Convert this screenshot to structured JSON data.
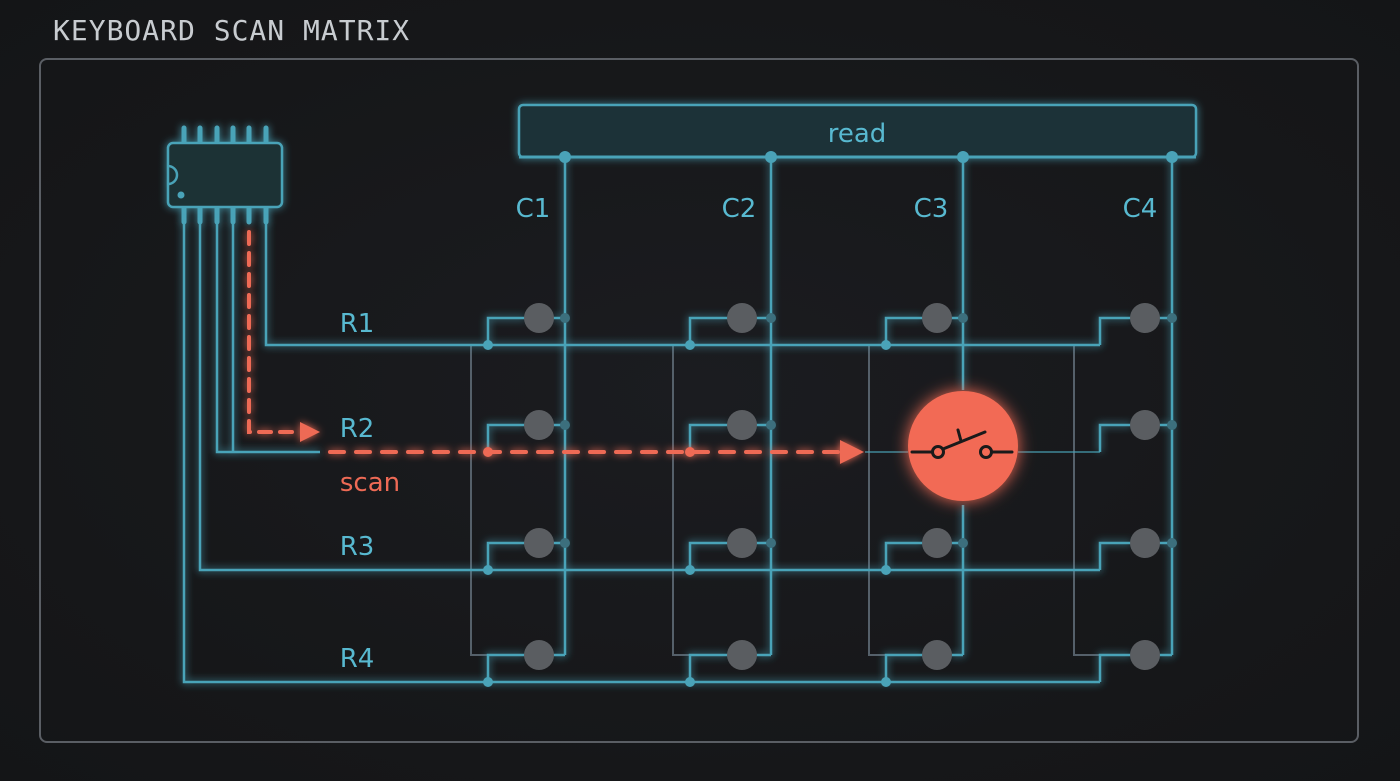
{
  "title": "KEYBOARD SCAN MATRIX",
  "bus": {
    "label": "read"
  },
  "columns": [
    {
      "label": "C1"
    },
    {
      "label": "C2"
    },
    {
      "label": "C3"
    },
    {
      "label": "C4"
    }
  ],
  "rows": [
    {
      "label": "R1"
    },
    {
      "label": "R2"
    },
    {
      "label": "R3"
    },
    {
      "label": "R4"
    }
  ],
  "scan": {
    "label": "scan",
    "active_row": "R2"
  },
  "pressed_key": {
    "row": "R2",
    "column": "C3",
    "icon": "switch-open-icon"
  },
  "components": {
    "controller": "microcontroller-chip-icon",
    "key_switch": "key-switch-icon"
  },
  "colors": {
    "background": "#17181b",
    "frame": "#5a5e64",
    "wire": "#4aa3b8",
    "wire_glow": "#2a8ca8",
    "key": "#5a5d61",
    "scan": "#ee6a55",
    "pressed": "#f26b54",
    "title_text": "#c8ccd0",
    "label_text": "#58b9d0"
  }
}
